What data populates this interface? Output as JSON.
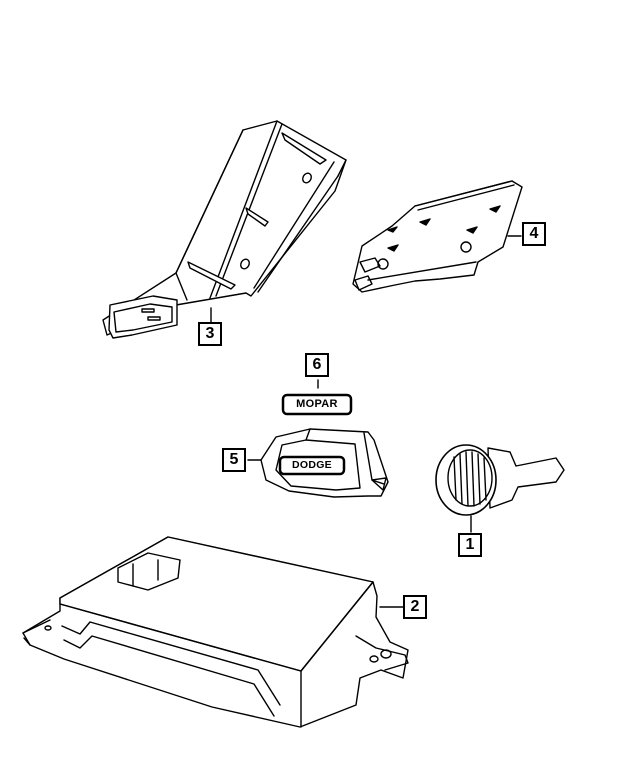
{
  "diagram": {
    "type": "exploded-parts-illustration",
    "background": "#ffffff",
    "line_color": "#000000",
    "callouts": [
      {
        "number": "1",
        "part": "ignition-key"
      },
      {
        "number": "2",
        "part": "control-module"
      },
      {
        "number": "3",
        "part": "module-bracket"
      },
      {
        "number": "4",
        "part": "mounting-plate"
      },
      {
        "number": "5",
        "part": "key-fob"
      },
      {
        "number": "6",
        "part": "mopar-badge"
      }
    ],
    "labels": {
      "mopar_badge": "MOPAR",
      "dodge_badge": "DODGE"
    }
  }
}
